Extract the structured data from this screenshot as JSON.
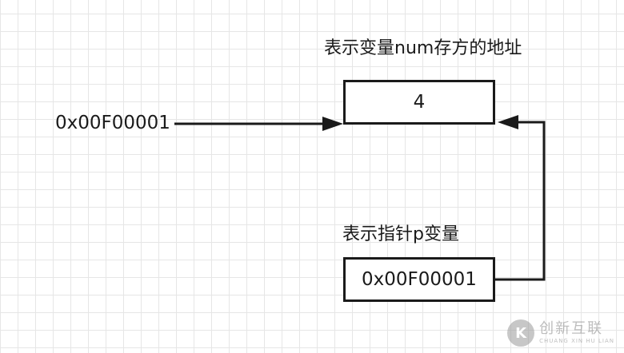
{
  "num_box": {
    "caption": "表示变量num存方的地址",
    "value": "4"
  },
  "pointer_box": {
    "caption": "表示指针p变量",
    "value": "0x00F00001"
  },
  "address_label": "0x00F00001",
  "watermark": {
    "logo_icon": "k-logo-icon",
    "text": "创新互联",
    "subtext": "CHUANG XIN HU LIAN"
  }
}
